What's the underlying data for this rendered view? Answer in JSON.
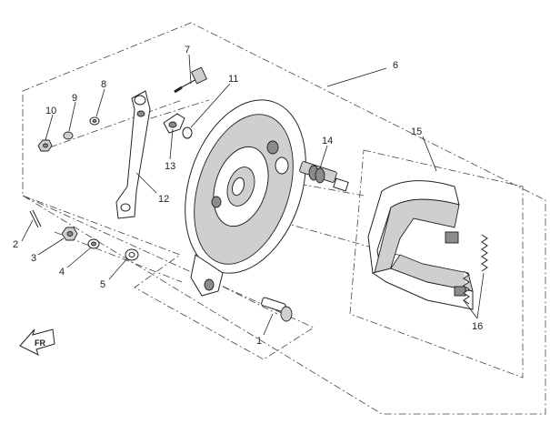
{
  "diagram": {
    "callouts": [
      {
        "id": "1",
        "label": "1"
      },
      {
        "id": "2",
        "label": "2"
      },
      {
        "id": "3",
        "label": "3"
      },
      {
        "id": "4",
        "label": "4"
      },
      {
        "id": "5",
        "label": "5"
      },
      {
        "id": "6",
        "label": "6"
      },
      {
        "id": "7",
        "label": "7"
      },
      {
        "id": "8",
        "label": "8"
      },
      {
        "id": "9",
        "label": "9"
      },
      {
        "id": "10",
        "label": "10"
      },
      {
        "id": "11",
        "label": "11"
      },
      {
        "id": "12",
        "label": "12"
      },
      {
        "id": "13",
        "label": "13"
      },
      {
        "id": "14",
        "label": "14"
      },
      {
        "id": "15",
        "label": "15"
      },
      {
        "id": "16",
        "label": "16"
      }
    ],
    "direction_marker": "FR"
  }
}
